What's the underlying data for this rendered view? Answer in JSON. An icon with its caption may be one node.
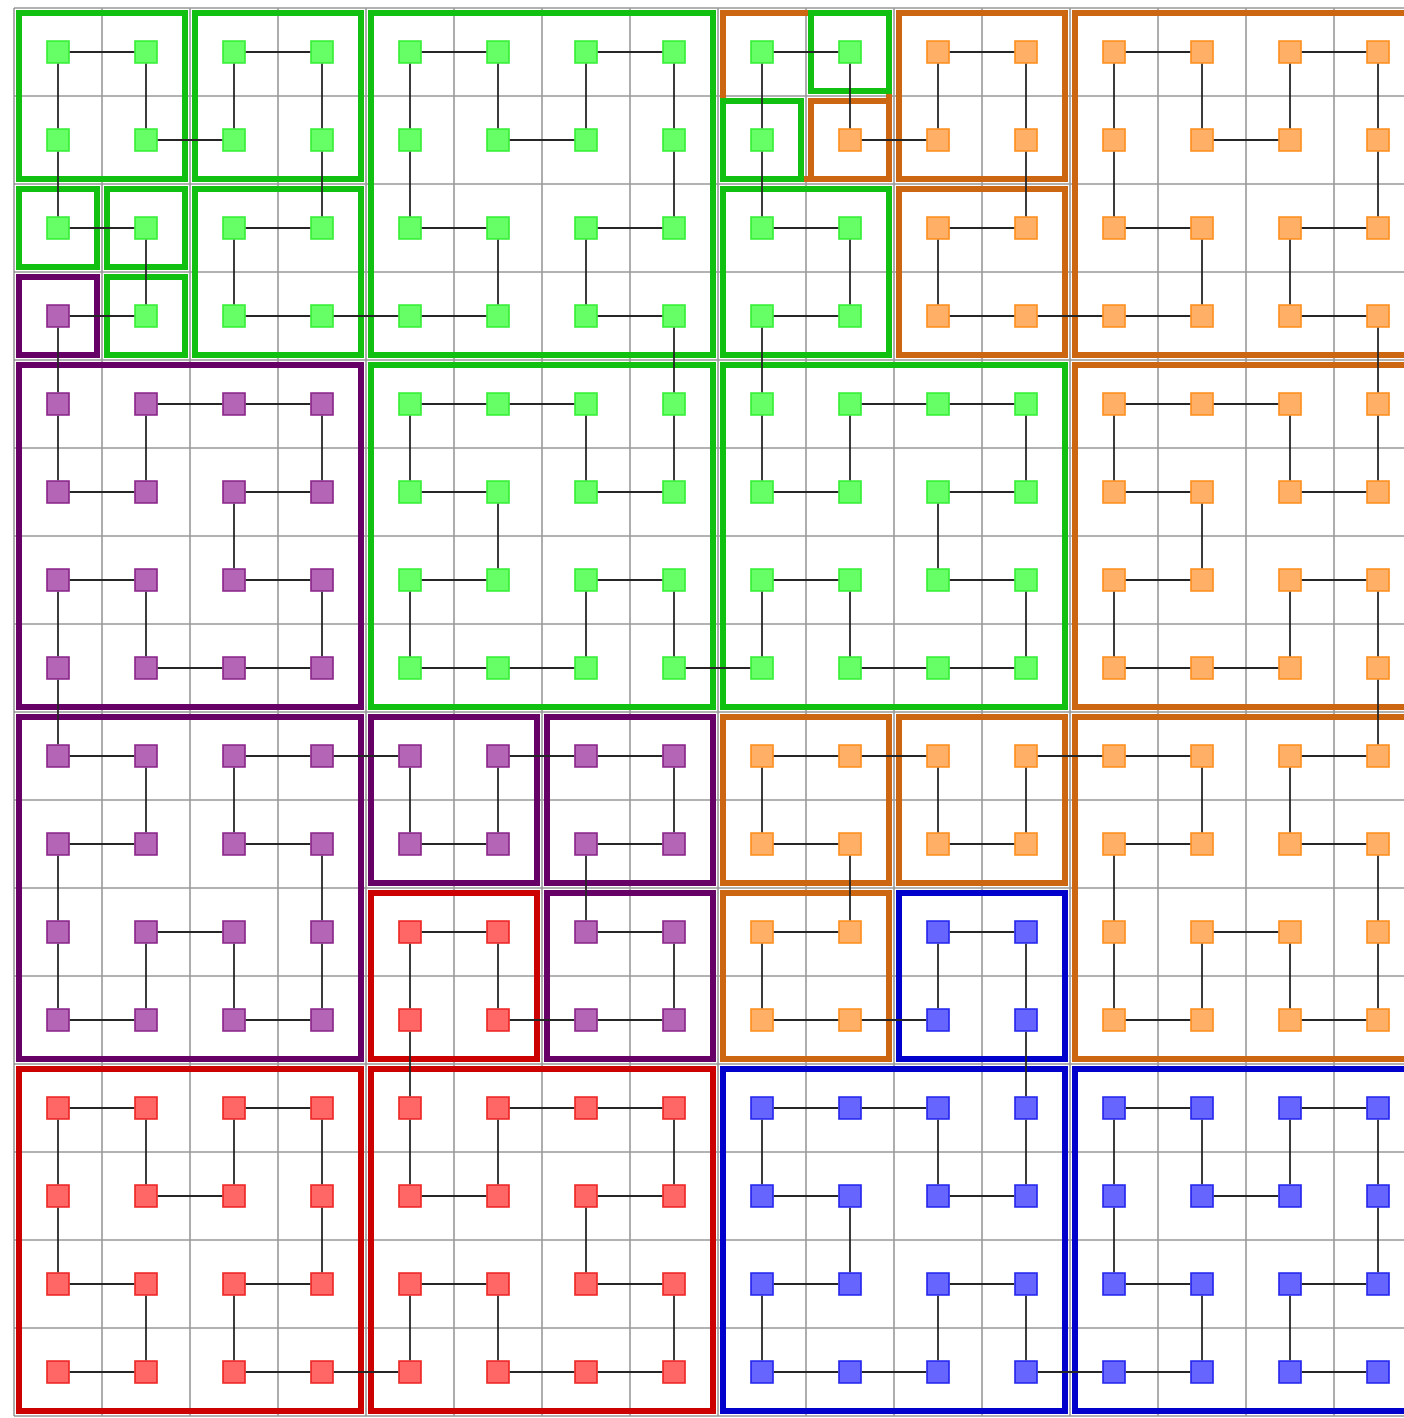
{
  "diagram": {
    "nodes": [
      {
        "text": [],
        "shape": "box"
      },
      {
        "text": [],
        "shape": "box"
      },
      {
        "text": [],
        "shape": "box"
      },
      {
        "text": [],
        "shape": "box"
      },
      {
        "text": [],
        "shape": "box"
      },
      {
        "text": [],
        "shape": "box"
      },
      {
        "text": [],
        "shape": "box"
      },
      {
        "text": [],
        "shape": "box"
      },
      {
        "text": [],
        "shape": "box"
      },
      {
        "text": [],
        "shape": "box"
      },
      {
        "text": [],
        "shape": "box"
      },
      {
        "text": [],
        "shape": "box"
      },
      {
        "text": [],
        "shape": "box"
      },
      {
        "text": [],
        "shape": "box"
      },
      {
        "text": [],
        "shape": "box"
      },
      {
        "text": [],
        "shape": "box"
      },
      {
        "text": [],
        "shape": "box"
      },
      {
        "text": [],
        "shape": "box"
      },
      {
        "text": [],
        "shape": "box"
      },
      {
        "text": [],
        "shape": "box"
      },
      {
        "text": [],
        "shape": "box"
      },
      {
        "text": [],
        "shape": "box"
      },
      {
        "text": [],
        "shape": "box"
      },
      {
        "text": [],
        "shape": "box"
      },
      {
        "text": [],
        "shape": "box"
      },
      {
        "text": [],
        "shape": "box"
      },
      {
        "text": [],
        "shape": "box"
      },
      {
        "text": [],
        "shape": "box"
      },
      {
        "text": [],
        "shape": "box"
      },
      {
        "text": [],
        "shape": "box"
      },
      {
        "text": [],
        "shape": "box"
      },
      {
        "text": [],
        "shape": "box"
      },
      {
        "text": [],
        "shape": "box"
      },
      {
        "text": [],
        "shape": "box"
      },
      {
        "text": [],
        "shape": "box"
      },
      {
        "text": [],
        "shape": "box"
      },
      {
        "text": [],
        "shape": "box"
      },
      {
        "text": [],
        "shape": "box"
      },
      {
        "text": [],
        "shape": "box"
      },
      {
        "text": [],
        "shape": "box"
      },
      {
        "text": [],
        "shape": "box"
      },
      {
        "text": [],
        "shape": "box"
      },
      {
        "text": [],
        "shape": "box"
      },
      {
        "text": [],
        "shape": "box"
      },
      {
        "text": [],
        "shape": "box"
      },
      {
        "text": [],
        "shape": "box"
      },
      {
        "text": [],
        "shape": "box"
      },
      {
        "text": [],
        "shape": "box"
      },
      {
        "text": [],
        "shape": "box"
      },
      {
        "text": [],
        "shape": "box"
      },
      {
        "text": [],
        "shape": "box"
      },
      {
        "text": [],
        "shape": "box"
      },
      {
        "text": [],
        "shape": "box"
      },
      {
        "text": [],
        "shape": "box"
      },
      {
        "text": [],
        "shape": "box"
      },
      {
        "text": [],
        "shape": "box"
      },
      {
        "text": [],
        "shape": "box"
      },
      {
        "text": [],
        "shape": "box"
      },
      {
        "text": [],
        "shape": "box"
      },
      {
        "text": [],
        "shape": "box"
      },
      {
        "text": [],
        "shape": "box"
      },
      {
        "text": [],
        "shape": "box"
      },
      {
        "text": [],
        "shape": "box"
      },
      {
        "text": [],
        "shape": "box"
      },
      {
        "text": [],
        "shape": "box"
      },
      {
        "text": [],
        "shape": "box"
      },
      {
        "text": [],
        "shape": "box"
      },
      {
        "text": [],
        "shape": "box"
      },
      {
        "text": [],
        "shape": "box"
      },
      {
        "text": [],
        "shape": "box"
      },
      {
        "text": [],
        "shape": "box"
      },
      {
        "text": [],
        "shape": "box"
      },
      {
        "text": [],
        "shape": "box"
      },
      {
        "text": [],
        "shape": "box"
      },
      {
        "text": [],
        "shape": "box"
      },
      {
        "text": [],
        "shape": "box"
      },
      {
        "text": [],
        "shape": "box"
      },
      {
        "text": [],
        "shape": "box"
      },
      {
        "text": [],
        "shape": "box"
      },
      {
        "text": [],
        "shape": "box"
      },
      {
        "text": [],
        "shape": "box"
      },
      {
        "text": [],
        "shape": "box"
      },
      {
        "text": [],
        "shape": "box"
      },
      {
        "text": [],
        "shape": "box"
      },
      {
        "text": [],
        "shape": "box"
      },
      {
        "text": [],
        "shape": "box"
      },
      {
        "text": [],
        "shape": "box"
      },
      {
        "text": [],
        "shape": "box"
      },
      {
        "text": [],
        "shape": "box"
      },
      {
        "text": [],
        "shape": "box"
      },
      {
        "text": [],
        "shape": "box"
      },
      {
        "text": [],
        "shape": "box"
      },
      {
        "text": [],
        "shape": "box"
      },
      {
        "text": [],
        "shape": "box"
      },
      {
        "text": [],
        "shape": "box"
      },
      {
        "text": [],
        "shape": "box"
      },
      {
        "text": [],
        "shape": "box"
      },
      {
        "text": [],
        "shape": "box"
      },
      {
        "text": [],
        "shape": "box"
      },
      {
        "text": [],
        "shape": "box"
      },
      {
        "text": [],
        "shape": "box"
      },
      {
        "text": [],
        "shape": "box"
      },
      {
        "text": [],
        "shape": "box"
      },
      {
        "text": [],
        "shape": "box"
      },
      {
        "text": [],
        "shape": "box"
      },
      {
        "text": [],
        "shape": "box"
      },
      {
        "text": [],
        "shape": "box"
      },
      {
        "text": [],
        "shape": "box"
      },
      {
        "text": [],
        "shape": "box"
      },
      {
        "text": [],
        "shape": "box"
      },
      {
        "text": [],
        "shape": "box"
      },
      {
        "text": [],
        "shape": "box"
      },
      {
        "text": [],
        "shape": "box"
      },
      {
        "text": [],
        "shape": "box"
      },
      {
        "text": [],
        "shape": "box"
      },
      {
        "text": [],
        "shape": "box"
      },
      {
        "text": [],
        "shape": "box"
      },
      {
        "text": [],
        "shape": "box"
      },
      {
        "text": [],
        "shape": "box"
      },
      {
        "text": [],
        "shape": "box"
      },
      {
        "text": [],
        "shape": "box"
      },
      {
        "text": [],
        "shape": "box"
      },
      {
        "text": [],
        "shape": "box"
      },
      {
        "text": [],
        "shape": "box"
      },
      {
        "text": [],
        "shape": "box"
      },
      {
        "text": [],
        "shape": "box"
      },
      {
        "text": [],
        "shape": "box"
      },
      {
        "text": [],
        "shape": "box"
      },
      {
        "text": [],
        "shape": "box"
      },
      {
        "text": [],
        "shape": "box"
      },
      {
        "text": [],
        "shape": "box"
      },
      {
        "text": [],
        "shape": "box"
      },
      {
        "text": [],
        "shape": "box"
      },
      {
        "text": [],
        "shape": "box"
      },
      {
        "text": [],
        "shape": "box"
      },
      {
        "text": [],
        "shape": "box"
      },
      {
        "text": [],
        "shape": "box"
      },
      {
        "text": [],
        "shape": "box"
      },
      {
        "text": [],
        "shape": "box"
      },
      {
        "text": [],
        "shape": "box"
      },
      {
        "text": [],
        "shape": "box"
      },
      {
        "text": [],
        "shape": "box"
      },
      {
        "text": [],
        "shape": "box"
      },
      {
        "text": [],
        "shape": "box"
      },
      {
        "text": [],
        "shape": "box"
      },
      {
        "text": [],
        "shape": "box"
      },
      {
        "text": [],
        "shape": "box"
      },
      {
        "text": [],
        "shape": "box"
      },
      {
        "text": [],
        "shape": "box"
      },
      {
        "text": [],
        "shape": "box"
      },
      {
        "text": [],
        "shape": "box"
      },
      {
        "text": [],
        "shape": "box"
      },
      {
        "text": [],
        "shape": "box"
      },
      {
        "text": [],
        "shape": "box"
      },
      {
        "text": [],
        "shape": "box"
      },
      {
        "text": [],
        "shape": "box"
      },
      {
        "text": [],
        "shape": "box"
      },
      {
        "text": [],
        "shape": "box"
      },
      {
        "text": [],
        "shape": "box"
      },
      {
        "text": [],
        "shape": "box"
      },
      {
        "text": [],
        "shape": "box"
      },
      {
        "text": [],
        "shape": "box"
      },
      {
        "text": [],
        "shape": "box"
      },
      {
        "text": [],
        "shape": "box"
      },
      {
        "text": [],
        "shape": "box"
      },
      {
        "text": [],
        "shape": "box"
      },
      {
        "text": [],
        "shape": "box"
      },
      {
        "text": [],
        "shape": "box"
      },
      {
        "text": [],
        "shape": "box"
      },
      {
        "text": [],
        "shape": "box"
      },
      {
        "text": [],
        "shape": "box"
      },
      {
        "text": [],
        "shape": "box"
      },
      {
        "text": [],
        "shape": "box"
      },
      {
        "text": [],
        "shape": "box"
      },
      {
        "text": [],
        "shape": "box"
      },
      {
        "text": [],
        "shape": "box"
      },
      {
        "text": [],
        "shape": "box"
      },
      {
        "text": [],
        "shape": "box"
      },
      {
        "text": [],
        "shape": "box"
      },
      {
        "text": [],
        "shape": "box"
      },
      {
        "text": [],
        "shape": "box"
      },
      {
        "text": [],
        "shape": "box"
      },
      {
        "text": [],
        "shape": "box"
      },
      {
        "text": [],
        "shape": "box"
      },
      {
        "text": [],
        "shape": "box"
      },
      {
        "text": [],
        "shape": "box"
      },
      {
        "text": [],
        "shape": "box"
      },
      {
        "text": [],
        "shape": "box"
      },
      {
        "text": [],
        "shape": "box"
      },
      {
        "text": [],
        "shape": "box"
      },
      {
        "text": [],
        "shape": "box"
      },
      {
        "text": [],
        "shape": "box"
      },
      {
        "text": [],
        "shape": "box"
      },
      {
        "text": [],
        "shape": "box"
      },
      {
        "text": [],
        "shape": "box"
      },
      {
        "text": [],
        "shape": "box"
      },
      {
        "text": [],
        "shape": "box"
      },
      {
        "text": [],
        "shape": "box"
      },
      {
        "text": [],
        "shape": "box"
      },
      {
        "text": [],
        "shape": "box"
      },
      {
        "text": [],
        "shape": "box"
      },
      {
        "text": [],
        "shape": "box"
      },
      {
        "text": [],
        "shape": "box"
      },
      {
        "text": [],
        "shape": "box"
      },
      {
        "text": [],
        "shape": "box"
      },
      {
        "text": [],
        "shape": "box"
      },
      {
        "text": [],
        "shape": "box"
      },
      {
        "text": [],
        "shape": "box"
      },
      {
        "text": [],
        "shape": "box"
      },
      {
        "text": [],
        "shape": "box"
      },
      {
        "text": [],
        "shape": "box"
      },
      {
        "text": [],
        "shape": "box"
      },
      {
        "text": [],
        "shape": "box"
      },
      {
        "text": [],
        "shape": "box"
      },
      {
        "text": [],
        "shape": "box"
      },
      {
        "text": [],
        "shape": "box"
      },
      {
        "text": [],
        "shape": "box"
      },
      {
        "text": [],
        "shape": "box"
      },
      {
        "text": [],
        "shape": "box"
      },
      {
        "text": [],
        "shape": "box"
      },
      {
        "text": [],
        "shape": "box"
      },
      {
        "text": [],
        "shape": "box"
      },
      {
        "text": [],
        "shape": "box"
      },
      {
        "text": [],
        "shape": "box"
      },
      {
        "text": [],
        "shape": "box"
      },
      {
        "text": [],
        "shape": "box"
      },
      {
        "text": [],
        "shape": "box"
      },
      {
        "text": [],
        "shape": "box"
      },
      {
        "text": [],
        "shape": "box"
      },
      {
        "text": [],
        "shape": "box"
      },
      {
        "text": [],
        "shape": "box"
      },
      {
        "text": [],
        "shape": "box"
      },
      {
        "text": [],
        "shape": "box"
      },
      {
        "text": [],
        "shape": "box"
      },
      {
        "text": [],
        "shape": "box"
      },
      {
        "text": [],
        "shape": "box"
      },
      {
        "text": [],
        "shape": "box"
      },
      {
        "text": [],
        "shape": "box"
      },
      {
        "text": [],
        "shape": "box"
      },
      {
        "text": [],
        "shape": "box"
      },
      {
        "text": [],
        "shape": "box"
      },
      {
        "text": [],
        "shape": "box"
      },
      {
        "text": [],
        "shape": "box"
      },
      {
        "text": [],
        "shape": "box"
      },
      {
        "text": [],
        "shape": "box"
      },
      {
        "text": [],
        "shape": "box"
      },
      {
        "text": [],
        "shape": "box"
      },
      {
        "text": [],
        "shape": "box"
      },
      {
        "text": [],
        "shape": "box"
      },
      {
        "text": [],
        "shape": "box"
      },
      {
        "text": [],
        "shape": "box"
      },
      {
        "text": [],
        "shape": "box"
      },
      {
        "text": [],
        "shape": "box"
      },
      {
        "text": [],
        "shape": "box"
      },
      {
        "text": [],
        "shape": "box"
      },
      {
        "text": [],
        "shape": "box"
      }
    ],
    "edges": [
      {
        "from": 240,
        "to": 241,
        "arrow": "none"
      },
      {
        "from": 241,
        "to": 225,
        "arrow": "none"
      },
      {
        "from": 225,
        "to": 224,
        "arrow": "none"
      },
      {
        "from": 224,
        "to": 208,
        "arrow": "none"
      },
      {
        "from": 208,
        "to": 192,
        "arrow": "none"
      },
      {
        "from": 192,
        "to": 193,
        "arrow": "none"
      },
      {
        "from": 193,
        "to": 209,
        "arrow": "none"
      },
      {
        "from": 209,
        "to": 210,
        "arrow": "none"
      },
      {
        "from": 210,
        "to": 194,
        "arrow": "none"
      },
      {
        "from": 194,
        "to": 195,
        "arrow": "none"
      },
      {
        "from": 195,
        "to": 211,
        "arrow": "none"
      },
      {
        "from": 211,
        "to": 227,
        "arrow": "none"
      },
      {
        "from": 227,
        "to": 226,
        "arrow": "none"
      },
      {
        "from": 226,
        "to": 242,
        "arrow": "none"
      },
      {
        "from": 242,
        "to": 243,
        "arrow": "none"
      },
      {
        "from": 243,
        "to": 244,
        "arrow": "none"
      },
      {
        "from": 244,
        "to": 228,
        "arrow": "none"
      },
      {
        "from": 228,
        "to": 229,
        "arrow": "none"
      },
      {
        "from": 229,
        "to": 245,
        "arrow": "none"
      },
      {
        "from": 245,
        "to": 246,
        "arrow": "none"
      },
      {
        "from": 246,
        "to": 247,
        "arrow": "none"
      },
      {
        "from": 247,
        "to": 231,
        "arrow": "none"
      },
      {
        "from": 231,
        "to": 230,
        "arrow": "none"
      },
      {
        "from": 230,
        "to": 214,
        "arrow": "none"
      },
      {
        "from": 214,
        "to": 215,
        "arrow": "none"
      },
      {
        "from": 215,
        "to": 199,
        "arrow": "none"
      },
      {
        "from": 199,
        "to": 198,
        "arrow": "none"
      },
      {
        "from": 198,
        "to": 197,
        "arrow": "none"
      },
      {
        "from": 197,
        "to": 213,
        "arrow": "none"
      },
      {
        "from": 213,
        "to": 212,
        "arrow": "none"
      },
      {
        "from": 212,
        "to": 196,
        "arrow": "none"
      },
      {
        "from": 196,
        "to": 180,
        "arrow": "none"
      },
      {
        "from": 180,
        "to": 164,
        "arrow": "none"
      },
      {
        "from": 164,
        "to": 165,
        "arrow": "none"
      },
      {
        "from": 165,
        "to": 181,
        "arrow": "none"
      },
      {
        "from": 181,
        "to": 182,
        "arrow": "none"
      },
      {
        "from": 182,
        "to": 183,
        "arrow": "none"
      },
      {
        "from": 183,
        "to": 167,
        "arrow": "none"
      },
      {
        "from": 167,
        "to": 166,
        "arrow": "none"
      },
      {
        "from": 166,
        "to": 150,
        "arrow": "none"
      },
      {
        "from": 150,
        "to": 151,
        "arrow": "none"
      },
      {
        "from": 151,
        "to": 135,
        "arrow": "none"
      },
      {
        "from": 135,
        "to": 134,
        "arrow": "none"
      },
      {
        "from": 134,
        "to": 133,
        "arrow": "none"
      },
      {
        "from": 133,
        "to": 149,
        "arrow": "none"
      },
      {
        "from": 149,
        "to": 148,
        "arrow": "none"
      },
      {
        "from": 148,
        "to": 132,
        "arrow": "none"
      },
      {
        "from": 132,
        "to": 131,
        "arrow": "none"
      },
      {
        "from": 131,
        "to": 130,
        "arrow": "none"
      },
      {
        "from": 130,
        "to": 146,
        "arrow": "none"
      },
      {
        "from": 146,
        "to": 147,
        "arrow": "none"
      },
      {
        "from": 147,
        "to": 163,
        "arrow": "none"
      },
      {
        "from": 163,
        "to": 179,
        "arrow": "none"
      },
      {
        "from": 179,
        "to": 178,
        "arrow": "none"
      },
      {
        "from": 178,
        "to": 162,
        "arrow": "none"
      },
      {
        "from": 162,
        "to": 161,
        "arrow": "none"
      },
      {
        "from": 161,
        "to": 177,
        "arrow": "none"
      },
      {
        "from": 177,
        "to": 176,
        "arrow": "none"
      },
      {
        "from": 176,
        "to": 160,
        "arrow": "none"
      },
      {
        "from": 160,
        "to": 144,
        "arrow": "none"
      },
      {
        "from": 144,
        "to": 145,
        "arrow": "none"
      },
      {
        "from": 145,
        "to": 129,
        "arrow": "none"
      },
      {
        "from": 129,
        "to": 128,
        "arrow": "none"
      },
      {
        "from": 128,
        "to": 112,
        "arrow": "none"
      },
      {
        "from": 112,
        "to": 96,
        "arrow": "none"
      },
      {
        "from": 96,
        "to": 97,
        "arrow": "none"
      },
      {
        "from": 97,
        "to": 113,
        "arrow": "none"
      },
      {
        "from": 113,
        "to": 114,
        "arrow": "none"
      },
      {
        "from": 114,
        "to": 115,
        "arrow": "none"
      },
      {
        "from": 115,
        "to": 99,
        "arrow": "none"
      },
      {
        "from": 99,
        "to": 98,
        "arrow": "none"
      },
      {
        "from": 98,
        "to": 82,
        "arrow": "none"
      },
      {
        "from": 82,
        "to": 83,
        "arrow": "none"
      },
      {
        "from": 83,
        "to": 67,
        "arrow": "none"
      },
      {
        "from": 67,
        "to": 66,
        "arrow": "none"
      },
      {
        "from": 66,
        "to": 65,
        "arrow": "none"
      },
      {
        "from": 65,
        "to": 81,
        "arrow": "none"
      },
      {
        "from": 81,
        "to": 80,
        "arrow": "none"
      },
      {
        "from": 80,
        "to": 64,
        "arrow": "none"
      },
      {
        "from": 64,
        "to": 48,
        "arrow": "none"
      },
      {
        "from": 48,
        "to": 49,
        "arrow": "none"
      },
      {
        "from": 49,
        "to": 33,
        "arrow": "none"
      },
      {
        "from": 33,
        "to": 32,
        "arrow": "none"
      },
      {
        "from": 32,
        "to": 16,
        "arrow": "none"
      },
      {
        "from": 16,
        "to": 0,
        "arrow": "none"
      },
      {
        "from": 0,
        "to": 1,
        "arrow": "none"
      },
      {
        "from": 1,
        "to": 17,
        "arrow": "none"
      },
      {
        "from": 17,
        "to": 18,
        "arrow": "none"
      },
      {
        "from": 18,
        "to": 2,
        "arrow": "none"
      },
      {
        "from": 2,
        "to": 3,
        "arrow": "none"
      },
      {
        "from": 3,
        "to": 19,
        "arrow": "none"
      },
      {
        "from": 19,
        "to": 35,
        "arrow": "none"
      },
      {
        "from": 35,
        "to": 34,
        "arrow": "none"
      },
      {
        "from": 34,
        "to": 50,
        "arrow": "none"
      },
      {
        "from": 50,
        "to": 51,
        "arrow": "none"
      },
      {
        "from": 51,
        "to": 52,
        "arrow": "none"
      },
      {
        "from": 52,
        "to": 53,
        "arrow": "none"
      },
      {
        "from": 53,
        "to": 37,
        "arrow": "none"
      },
      {
        "from": 37,
        "to": 36,
        "arrow": "none"
      },
      {
        "from": 36,
        "to": 20,
        "arrow": "none"
      },
      {
        "from": 20,
        "to": 4,
        "arrow": "none"
      },
      {
        "from": 4,
        "to": 5,
        "arrow": "none"
      },
      {
        "from": 5,
        "to": 21,
        "arrow": "none"
      },
      {
        "from": 21,
        "to": 22,
        "arrow": "none"
      },
      {
        "from": 22,
        "to": 6,
        "arrow": "none"
      },
      {
        "from": 6,
        "to": 7,
        "arrow": "none"
      },
      {
        "from": 7,
        "to": 23,
        "arrow": "none"
      },
      {
        "from": 23,
        "to": 39,
        "arrow": "none"
      },
      {
        "from": 39,
        "to": 38,
        "arrow": "none"
      },
      {
        "from": 38,
        "to": 54,
        "arrow": "none"
      },
      {
        "from": 54,
        "to": 55,
        "arrow": "none"
      },
      {
        "from": 55,
        "to": 71,
        "arrow": "none"
      },
      {
        "from": 71,
        "to": 87,
        "arrow": "none"
      },
      {
        "from": 87,
        "to": 86,
        "arrow": "none"
      },
      {
        "from": 86,
        "to": 70,
        "arrow": "none"
      },
      {
        "from": 70,
        "to": 69,
        "arrow": "none"
      },
      {
        "from": 69,
        "to": 68,
        "arrow": "none"
      },
      {
        "from": 68,
        "to": 84,
        "arrow": "none"
      },
      {
        "from": 84,
        "to": 85,
        "arrow": "none"
      },
      {
        "from": 85,
        "to": 101,
        "arrow": "none"
      },
      {
        "from": 101,
        "to": 100,
        "arrow": "none"
      },
      {
        "from": 100,
        "to": 116,
        "arrow": "none"
      },
      {
        "from": 116,
        "to": 117,
        "arrow": "none"
      },
      {
        "from": 117,
        "to": 118,
        "arrow": "none"
      },
      {
        "from": 118,
        "to": 102,
        "arrow": "none"
      },
      {
        "from": 102,
        "to": 103,
        "arrow": "none"
      },
      {
        "from": 103,
        "to": 119,
        "arrow": "none"
      },
      {
        "from": 119,
        "to": 120,
        "arrow": "none"
      },
      {
        "from": 120,
        "to": 104,
        "arrow": "none"
      },
      {
        "from": 104,
        "to": 105,
        "arrow": "none"
      },
      {
        "from": 105,
        "to": 121,
        "arrow": "none"
      },
      {
        "from": 121,
        "to": 122,
        "arrow": "none"
      },
      {
        "from": 122,
        "to": 123,
        "arrow": "none"
      },
      {
        "from": 123,
        "to": 107,
        "arrow": "none"
      },
      {
        "from": 107,
        "to": 106,
        "arrow": "none"
      },
      {
        "from": 106,
        "to": 90,
        "arrow": "none"
      },
      {
        "from": 90,
        "to": 91,
        "arrow": "none"
      },
      {
        "from": 91,
        "to": 75,
        "arrow": "none"
      },
      {
        "from": 75,
        "to": 74,
        "arrow": "none"
      },
      {
        "from": 74,
        "to": 73,
        "arrow": "none"
      },
      {
        "from": 73,
        "to": 89,
        "arrow": "none"
      },
      {
        "from": 89,
        "to": 88,
        "arrow": "none"
      },
      {
        "from": 88,
        "to": 72,
        "arrow": "none"
      },
      {
        "from": 72,
        "to": 56,
        "arrow": "none"
      },
      {
        "from": 56,
        "to": 57,
        "arrow": "none"
      },
      {
        "from": 57,
        "to": 41,
        "arrow": "none"
      },
      {
        "from": 41,
        "to": 40,
        "arrow": "none"
      },
      {
        "from": 40,
        "to": 24,
        "arrow": "none"
      },
      {
        "from": 24,
        "to": 8,
        "arrow": "none"
      },
      {
        "from": 8,
        "to": 9,
        "arrow": "none"
      },
      {
        "from": 9,
        "to": 25,
        "arrow": "none"
      },
      {
        "from": 25,
        "to": 26,
        "arrow": "none"
      },
      {
        "from": 26,
        "to": 10,
        "arrow": "none"
      },
      {
        "from": 10,
        "to": 11,
        "arrow": "none"
      },
      {
        "from": 11,
        "to": 27,
        "arrow": "none"
      },
      {
        "from": 27,
        "to": 43,
        "arrow": "none"
      },
      {
        "from": 43,
        "to": 42,
        "arrow": "none"
      },
      {
        "from": 42,
        "to": 58,
        "arrow": "none"
      },
      {
        "from": 58,
        "to": 59,
        "arrow": "none"
      },
      {
        "from": 59,
        "to": 60,
        "arrow": "none"
      },
      {
        "from": 60,
        "to": 61,
        "arrow": "none"
      },
      {
        "from": 61,
        "to": 45,
        "arrow": "none"
      },
      {
        "from": 45,
        "to": 44,
        "arrow": "none"
      },
      {
        "from": 44,
        "to": 28,
        "arrow": "none"
      },
      {
        "from": 28,
        "to": 12,
        "arrow": "none"
      },
      {
        "from": 12,
        "to": 13,
        "arrow": "none"
      },
      {
        "from": 13,
        "to": 29,
        "arrow": "none"
      },
      {
        "from": 29,
        "to": 30,
        "arrow": "none"
      },
      {
        "from": 30,
        "to": 14,
        "arrow": "none"
      },
      {
        "from": 14,
        "to": 15,
        "arrow": "none"
      },
      {
        "from": 15,
        "to": 31,
        "arrow": "none"
      },
      {
        "from": 31,
        "to": 47,
        "arrow": "none"
      },
      {
        "from": 47,
        "to": 46,
        "arrow": "none"
      },
      {
        "from": 46,
        "to": 62,
        "arrow": "none"
      },
      {
        "from": 62,
        "to": 63,
        "arrow": "none"
      },
      {
        "from": 63,
        "to": 79,
        "arrow": "none"
      },
      {
        "from": 79,
        "to": 95,
        "arrow": "none"
      },
      {
        "from": 95,
        "to": 94,
        "arrow": "none"
      },
      {
        "from": 94,
        "to": 78,
        "arrow": "none"
      },
      {
        "from": 78,
        "to": 77,
        "arrow": "none"
      },
      {
        "from": 77,
        "to": 76,
        "arrow": "none"
      },
      {
        "from": 76,
        "to": 92,
        "arrow": "none"
      },
      {
        "from": 92,
        "to": 93,
        "arrow": "none"
      },
      {
        "from": 93,
        "to": 109,
        "arrow": "none"
      },
      {
        "from": 109,
        "to": 108,
        "arrow": "none"
      },
      {
        "from": 108,
        "to": 124,
        "arrow": "none"
      },
      {
        "from": 124,
        "to": 125,
        "arrow": "none"
      },
      {
        "from": 125,
        "to": 126,
        "arrow": "none"
      },
      {
        "from": 126,
        "to": 110,
        "arrow": "none"
      },
      {
        "from": 110,
        "to": 111,
        "arrow": "none"
      },
      {
        "from": 111,
        "to": 127,
        "arrow": "none"
      },
      {
        "from": 127,
        "to": 143,
        "arrow": "none"
      },
      {
        "from": 143,
        "to": 142,
        "arrow": "none"
      },
      {
        "from": 142,
        "to": 158,
        "arrow": "none"
      },
      {
        "from": 158,
        "to": 159,
        "arrow": "none"
      },
      {
        "from": 159,
        "to": 175,
        "arrow": "none"
      },
      {
        "from": 175,
        "to": 191,
        "arrow": "none"
      },
      {
        "from": 191,
        "to": 190,
        "arrow": "none"
      },
      {
        "from": 190,
        "to": 174,
        "arrow": "none"
      },
      {
        "from": 174,
        "to": 173,
        "arrow": "none"
      },
      {
        "from": 173,
        "to": 189,
        "arrow": "none"
      },
      {
        "from": 189,
        "to": 188,
        "arrow": "none"
      },
      {
        "from": 188,
        "to": 172,
        "arrow": "none"
      },
      {
        "from": 172,
        "to": 156,
        "arrow": "none"
      },
      {
        "from": 156,
        "to": 157,
        "arrow": "none"
      },
      {
        "from": 157,
        "to": 141,
        "arrow": "none"
      },
      {
        "from": 141,
        "to": 140,
        "arrow": "none"
      },
      {
        "from": 140,
        "to": 139,
        "arrow": "none"
      },
      {
        "from": 139,
        "to": 155,
        "arrow": "none"
      },
      {
        "from": 155,
        "to": 154,
        "arrow": "none"
      },
      {
        "from": 154,
        "to": 138,
        "arrow": "none"
      },
      {
        "from": 138,
        "to": 137,
        "arrow": "none"
      },
      {
        "from": 137,
        "to": 136,
        "arrow": "none"
      },
      {
        "from": 136,
        "to": 152,
        "arrow": "none"
      },
      {
        "from": 152,
        "to": 153,
        "arrow": "none"
      },
      {
        "from": 153,
        "to": 169,
        "arrow": "none"
      },
      {
        "from": 169,
        "to": 168,
        "arrow": "none"
      },
      {
        "from": 168,
        "to": 184,
        "arrow": "none"
      },
      {
        "from": 184,
        "to": 185,
        "arrow": "none"
      },
      {
        "from": 185,
        "to": 186,
        "arrow": "none"
      },
      {
        "from": 186,
        "to": 170,
        "arrow": "none"
      },
      {
        "from": 170,
        "to": 171,
        "arrow": "none"
      },
      {
        "from": 171,
        "to": 187,
        "arrow": "none"
      },
      {
        "from": 187,
        "to": 203,
        "arrow": "none"
      },
      {
        "from": 203,
        "to": 219,
        "arrow": "none"
      },
      {
        "from": 219,
        "to": 218,
        "arrow": "none"
      },
      {
        "from": 218,
        "to": 202,
        "arrow": "none"
      },
      {
        "from": 202,
        "to": 201,
        "arrow": "none"
      },
      {
        "from": 201,
        "to": 200,
        "arrow": "none"
      },
      {
        "from": 200,
        "to": 216,
        "arrow": "none"
      },
      {
        "from": 216,
        "to": 217,
        "arrow": "none"
      },
      {
        "from": 217,
        "to": 233,
        "arrow": "none"
      },
      {
        "from": 233,
        "to": 232,
        "arrow": "none"
      },
      {
        "from": 232,
        "to": 248,
        "arrow": "none"
      },
      {
        "from": 248,
        "to": 249,
        "arrow": "none"
      },
      {
        "from": 249,
        "to": 250,
        "arrow": "none"
      },
      {
        "from": 250,
        "to": 234,
        "arrow": "none"
      },
      {
        "from": 234,
        "to": 235,
        "arrow": "none"
      },
      {
        "from": 235,
        "to": 251,
        "arrow": "none"
      },
      {
        "from": 251,
        "to": 252,
        "arrow": "none"
      },
      {
        "from": 252,
        "to": 253,
        "arrow": "none"
      },
      {
        "from": 253,
        "to": 237,
        "arrow": "none"
      },
      {
        "from": 237,
        "to": 236,
        "arrow": "none"
      },
      {
        "from": 236,
        "to": 220,
        "arrow": "none"
      },
      {
        "from": 220,
        "to": 204,
        "arrow": "none"
      },
      {
        "from": 204,
        "to": 205,
        "arrow": "none"
      },
      {
        "from": 205,
        "to": 221,
        "arrow": "none"
      },
      {
        "from": 221,
        "to": 222,
        "arrow": "none"
      },
      {
        "from": 222,
        "to": 206,
        "arrow": "none"
      },
      {
        "from": 206,
        "to": 207,
        "arrow": "none"
      },
      {
        "from": 207,
        "to": 223,
        "arrow": "none"
      },
      {
        "from": 223,
        "to": 239,
        "arrow": "none"
      },
      {
        "from": 239,
        "to": 238,
        "arrow": "none"
      },
      {
        "from": 238,
        "to": 254,
        "arrow": "none"
      },
      {
        "from": 254,
        "to": 255,
        "arrow": "none"
      }
    ]
  }
}
